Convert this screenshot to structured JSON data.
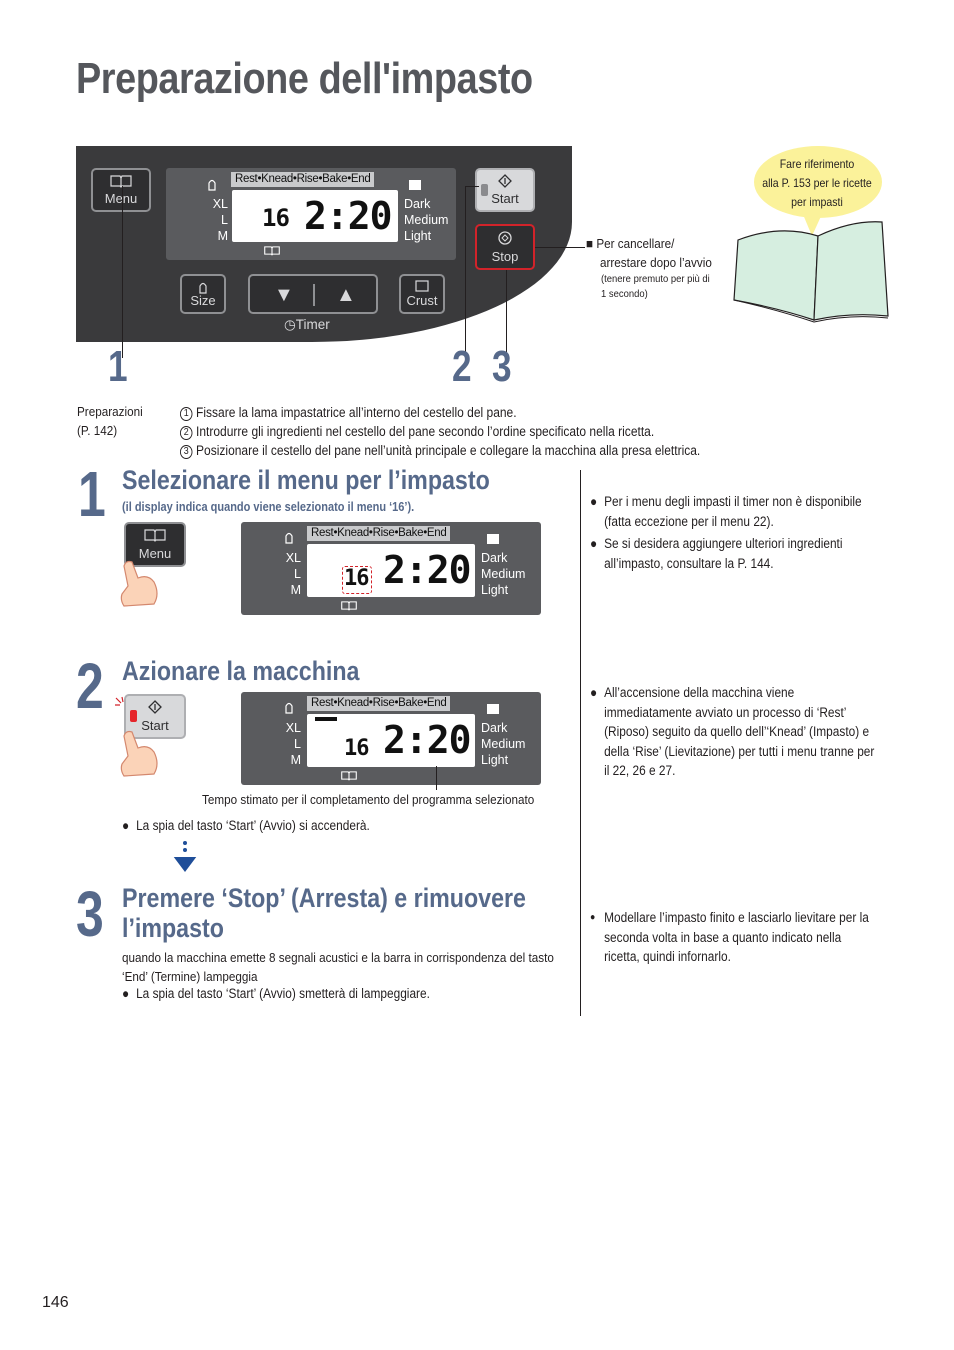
{
  "page_title": "Preparazione dell'impasto",
  "panel": {
    "menu_label": "Menu",
    "start_label": "Start",
    "stop_label": "Stop",
    "size_label": "Size",
    "crust_label": "Crust",
    "timer_label": "Timer",
    "lcd_top": "Rest•Knead•Rise•Bake•End",
    "lcd_left": [
      "XL",
      "L",
      "M"
    ],
    "lcd_right": [
      "Dark",
      "Medium",
      "Light"
    ],
    "menu_num": "16",
    "time": "2:20",
    "callouts": [
      "1",
      "2",
      "3"
    ]
  },
  "stop_note": {
    "line1": "Per cancellare/",
    "line2": "arrestare dopo l’avvio",
    "line3": "(tenere premuto per più di",
    "line4": "1 secondo)"
  },
  "recipe_bubble": {
    "line1": "Fare riferimento",
    "line2": "alla P. 153 per le ricette",
    "line3": "per impasti"
  },
  "preparations": {
    "label1": "Preparazioni",
    "label2": "(P. 142)",
    "items": [
      {
        "n": "1",
        "text": "Fissare la lama impastatrice all’interno del cestello del pane."
      },
      {
        "n": "2",
        "text": "Introdurre gli ingredienti nel cestello del pane secondo l’ordine specificato nella ricetta."
      },
      {
        "n": "3",
        "text": "Posizionare il cestello del pane nell’unità principale e collegare la macchina alla presa elettrica."
      }
    ]
  },
  "step1": {
    "num": "1",
    "title": "Selezionare il menu per l’impasto",
    "subtitle": "(il display indica quando viene selezionato il menu ‘16’).",
    "notes": [
      "Per i menu degli impasti il timer non è disponibile (fatta eccezione per il menu 22).",
      "Se si desidera aggiungere ulteriori ingredienti all’impasto, consultare la P. 144."
    ]
  },
  "step2": {
    "num": "2",
    "title": "Azionare la macchina",
    "estimate_caption": "Tempo stimato per il completamento del programma selezionato",
    "lamp_note": "La spia del tasto ‘Start’ (Avvio) si accenderà.",
    "notes": [
      "All’accensione della macchina viene immediatamente avviato un processo di ‘Rest’ (Riposo) seguito da quello dell’‘Knead’ (Impasto) e della ‘Rise’ (Lievitazione) per tutti i menu tranne per il 22, 26 e 27."
    ]
  },
  "step3": {
    "num": "3",
    "title_line1": "Premere ‘Stop’ (Arresta) e rimuovere",
    "title_line2": "l’impasto",
    "body": "quando la macchina emette 8 segnali acustici e la barra in corrispondenza del tasto ‘End’ (Termine) lampeggia",
    "lamp_note": "La spia del tasto ‘Start’ (Avvio) smetterà di lampeggiare.",
    "notes": [
      "Modellare l’impasto finito e lasciarlo lievitare per la seconda volta in base a quanto indicato nella ricetta, quindi infornarlo."
    ]
  },
  "page_number": "146",
  "colors": {
    "accent": "#56698a",
    "stop_ring": "#d2232a",
    "bubble": "#fbf29a",
    "book": "#d6eee0"
  }
}
